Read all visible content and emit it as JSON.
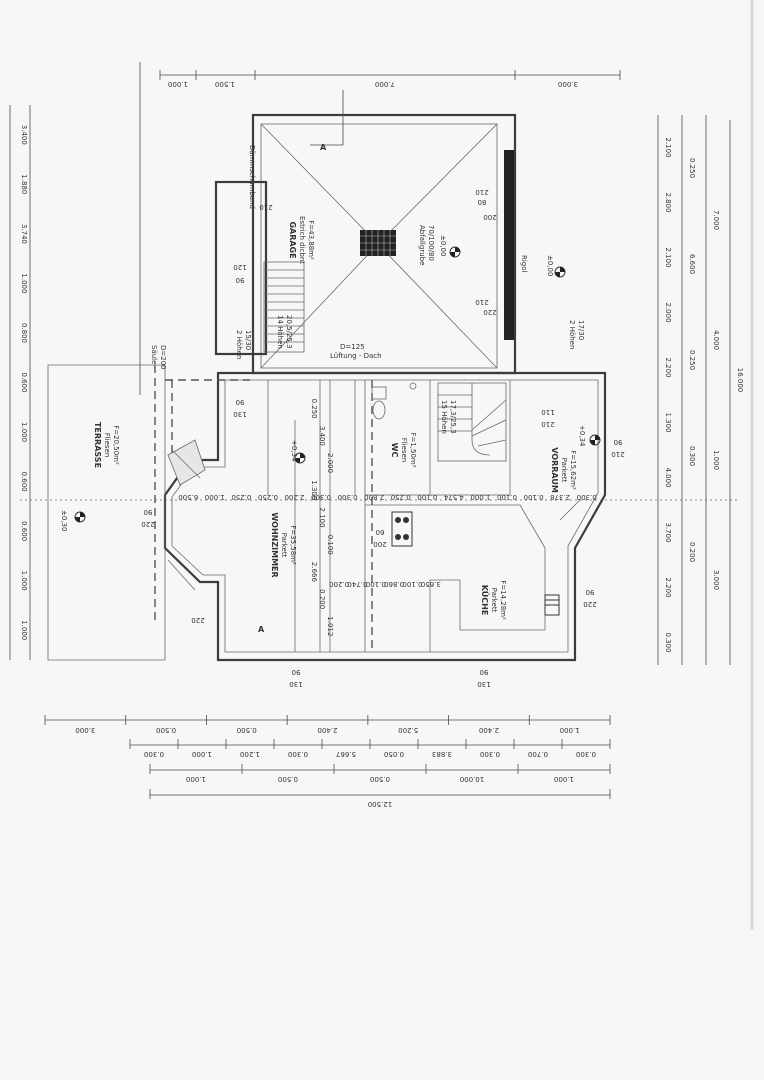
{
  "plan": {
    "rooms": [
      {
        "id": "terrasse",
        "name": "TERRASSE",
        "floor": "Fliesen",
        "area": "F=20,50m²",
        "level": "±0,30"
      },
      {
        "id": "wohnzimmer",
        "name": "WOHNZIMMER",
        "floor": "Parkett",
        "area": "F=35,58m²",
        "level": "+0,34"
      },
      {
        "id": "wc",
        "name": "WC",
        "floor": "Fliesen",
        "area": "F=1,50m²"
      },
      {
        "id": "vorraum",
        "name": "VORRAUM",
        "floor": "Parkett",
        "area": "F=15,62m²",
        "level": "+0,34"
      },
      {
        "id": "kueche",
        "name": "KÜCHE",
        "floor": "Parkett",
        "area": "F=14,28m²"
      },
      {
        "id": "garage",
        "name": "GARAGE",
        "floor": "Estrich dicbnt",
        "area": "F=43,88m²",
        "level": "±0,00"
      }
    ],
    "labels": {
      "abfluss": "Abfallgrube",
      "abfluss_sub": "70/100/80",
      "rigol": "Rigol",
      "garage_level": "±0,00",
      "lueftung": "Lüftung - Dach",
      "lueftung_d": "D=125",
      "stair_main": "15 Höhen",
      "stair_main_sub": "17,3/25,3",
      "stair_garage": "14 Höhen",
      "stair_garage_sub": "20,5/25,3",
      "saeule": "Säule",
      "saeule_d": "D=200",
      "two_heights_left": "2 Höhen",
      "two_heights_left_sub": "15/30",
      "two_heights_right": "2 Höhen",
      "two_heights_right_sub": "17/30",
      "section_a_top": "A",
      "section_a_bottom": "A",
      "ext_lvl": "±0,00",
      "daemmung": "Dämmschamband"
    },
    "openings": [
      "90",
      "130",
      "90",
      "130",
      "90",
      "220",
      "90",
      "130",
      "90",
      "220",
      "120",
      "90",
      "210",
      "80",
      "200",
      "110",
      "210",
      "60",
      "200",
      "220",
      "210",
      "220",
      "210",
      "90",
      "210"
    ],
    "interior_dims": [
      "6.500",
      "1.000",
      "0.250",
      "0.250",
      "2.200",
      "0.300",
      "0.300",
      "2.800",
      "0.250",
      "0.100",
      "4.574",
      "1.000",
      "0.100",
      "0.100",
      "2.378",
      "0.300",
      "0.200",
      "0.740",
      "0.100",
      "0.860",
      "0.100",
      "3.650",
      "0.250",
      "3.400",
      "2.000",
      "1.300",
      "2.100",
      "0.100",
      "2.666",
      "0.200",
      "1.012"
    ],
    "bottom_dims_row1": [
      "3.000",
      "0.500",
      "0.500",
      "2.400",
      "5.200",
      "2.400",
      "1.000"
    ],
    "bottom_dims_row2": [
      "0.300",
      "1.000",
      "1.200",
      "0.300",
      "5.667",
      "0.050",
      "3.883",
      "0.300",
      "0.700",
      "0.300"
    ],
    "bottom_dims_row3": [
      "1.000",
      "0.500",
      "0.500",
      "10.000",
      "1.000"
    ],
    "bottom_dims_row4": [
      "12.500"
    ],
    "top_dims": [
      "1.000",
      "1.500",
      "7.000",
      "3.000"
    ],
    "left_dims_row": [
      "3.400",
      "1.880",
      "3.740",
      "1.000",
      "0.800",
      "0.600",
      "1.000",
      "0.600",
      "0.600",
      "1.000",
      "1.000"
    ],
    "right_dims_col1": [
      "2.100",
      "2.800",
      "2.100",
      "2.000",
      "2.200",
      "1.300",
      "4.000",
      "3.700",
      "2.200",
      "0.300"
    ],
    "right_dims_col2": [
      "0.250",
      "6.600",
      "0.250",
      "0.300",
      "0.200"
    ],
    "right_dims_col3": [
      "7.000",
      "4.000",
      "1.000",
      "3.000"
    ],
    "right_dims_total": "16.000"
  }
}
